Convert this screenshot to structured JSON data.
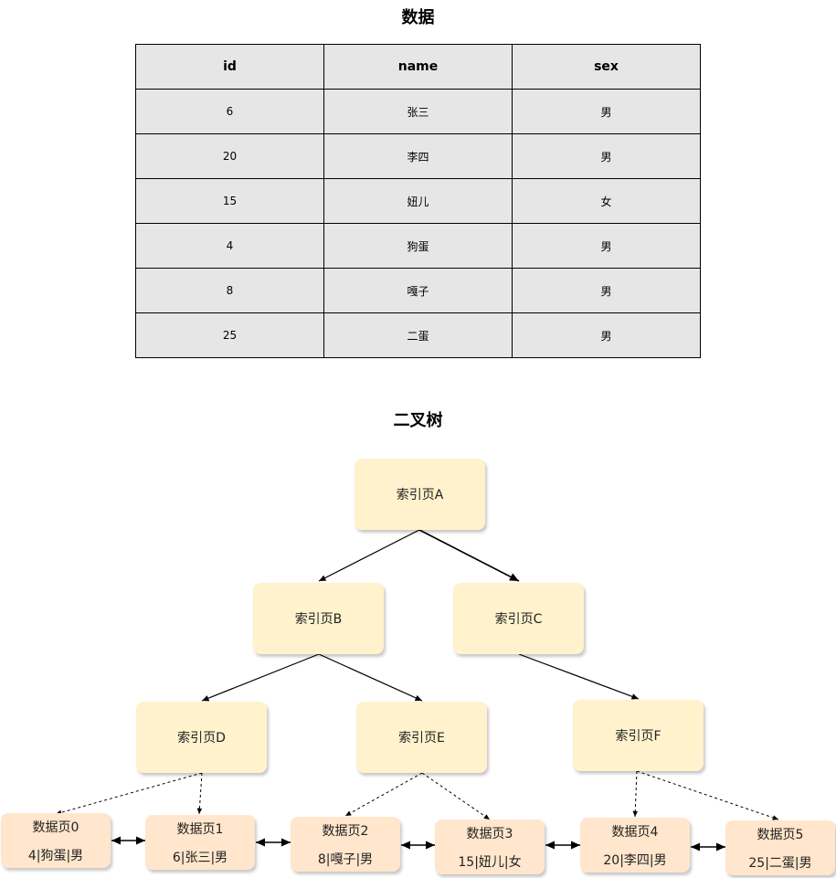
{
  "table_title": "数据",
  "table": {
    "headers": [
      "id",
      "name",
      "sex"
    ],
    "rows": [
      [
        "6",
        "张三",
        "男"
      ],
      [
        "20",
        "李四",
        "男"
      ],
      [
        "15",
        "妞儿",
        "女"
      ],
      [
        "4",
        "狗蛋",
        "男"
      ],
      [
        "8",
        "嘎子",
        "男"
      ],
      [
        "25",
        "二蛋",
        "男"
      ]
    ]
  },
  "tree_title": "二叉树",
  "index_pages": {
    "a": "索引页A",
    "b": "索引页B",
    "c": "索引页C",
    "d": "索引页D",
    "e": "索引页E",
    "f": "索引页F"
  },
  "data_pages": [
    {
      "name": "数据页0",
      "record": "4|狗蛋|男"
    },
    {
      "name": "数据页1",
      "record": "6|张三|男"
    },
    {
      "name": "数据页2",
      "record": "8|嘎子|男"
    },
    {
      "name": "数据页3",
      "record": "15|妞儿|女"
    },
    {
      "name": "数据页4",
      "record": "20|李四|男"
    },
    {
      "name": "数据页5",
      "record": "25|二蛋|男"
    }
  ],
  "colors": {
    "index_fill": "#fff2cc",
    "data_page_fill": "#ffe6cc",
    "table_fill": "#e6e6e6"
  }
}
